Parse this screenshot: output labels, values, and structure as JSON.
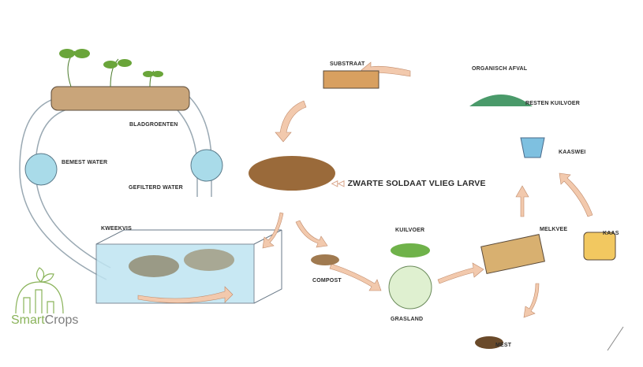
{
  "labels": {
    "substraat": "SUBSTRAAT",
    "organisch_afval": "ORGANISCH AFVAL",
    "resten_kuilvoer": "RESTEN KUILVOER",
    "kaaswei": "KAASWEI",
    "bladgroenten": "BLADGROENTEN",
    "bemest_water": "BEMEST WATER",
    "gefilterd_water": "GEFILTERD WATER",
    "larve": "ZWARTE SOLDAAT VLIEG LARVE",
    "larve_arrows": "◁◁",
    "kweekvis": "KWEEKVIS",
    "kuilvoer": "KUILVOER",
    "melkvee": "MELKVEE",
    "kaas": "KAAS",
    "compost": "COMPOST",
    "grasland": "GRASLAND",
    "mest": "MEST"
  },
  "logo": {
    "part1": "Smart",
    "part2": "Crops"
  },
  "colors": {
    "arrow": "#f2c9ad",
    "water": "#9fd3e8",
    "logo_green": "#8ab35a",
    "pipe": "#cfdde6"
  }
}
